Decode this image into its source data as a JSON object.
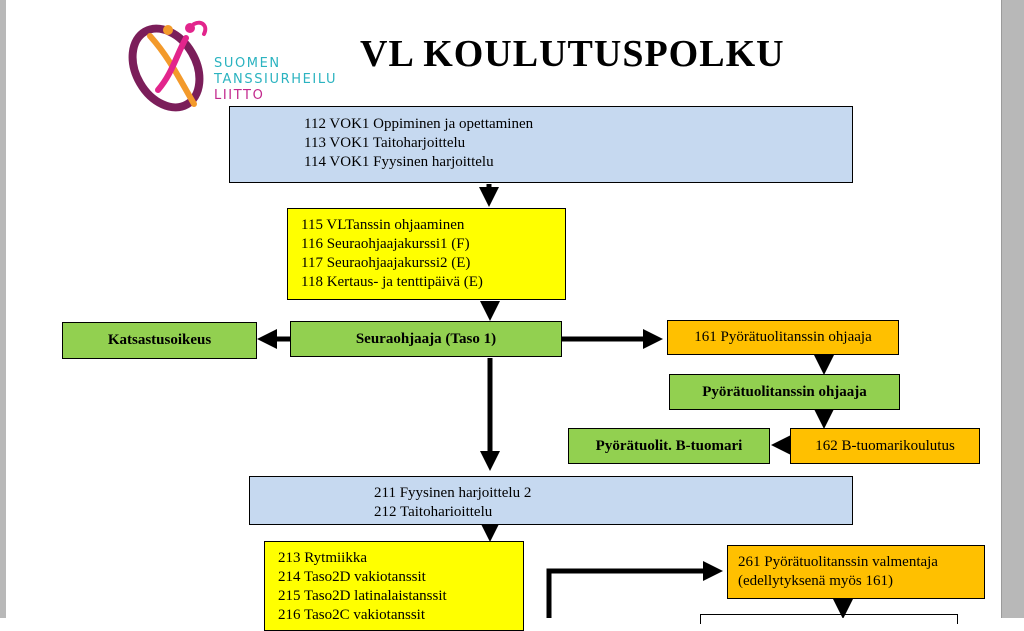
{
  "title": "VL  KOULUTUSPOLKU",
  "logo": {
    "line1": "SUOMEN",
    "line2": "TANSSIURHEILU",
    "line3": "LIITTO",
    "colors": {
      "purple": "#7b1e5a",
      "orange": "#f39a2b",
      "pink": "#e2258c",
      "teal": "#2bb3c0"
    }
  },
  "boxes": {
    "vok1": {
      "lines": [
        "112 VOK1 Oppiminen ja opettaminen",
        "113 VOK1 Taitoharjoittelu",
        "114 VOK1 Fyysinen harjoittelu"
      ]
    },
    "vltanssi": {
      "lines": [
        "115 VLTanssin ohjaaminen",
        "116 Seuraohjaajakurssi1 (F)",
        "117 Seuraohjaajakurssi2 (E)",
        "118 Kertaus- ja tenttipäivä (E)"
      ]
    },
    "katsastus": {
      "label": "Katsastusoikeus"
    },
    "seuraohjaaja": {
      "label": "Seuraohjaaja (Taso 1)"
    },
    "course161": {
      "label": "161 Pyörätuolitanssin ohjaaja"
    },
    "pyoratuoli_ohjaaja": {
      "label": "Pyörätuolitanssin ohjaaja"
    },
    "btuomari": {
      "label": "Pyörätuolit. B-tuomari"
    },
    "course162": {
      "label": "162 B-tuomarikoulutus"
    },
    "vok2": {
      "lines": [
        "211 Fyysinen harjoittelu 2",
        "212 Taitoharioittelu"
      ]
    },
    "taso2": {
      "lines": [
        "213 Rytmiikka",
        "214 Taso2D vakiotanssit",
        "215 Taso2D latinalaistanssit",
        "216 Taso2C vakiotanssit"
      ]
    },
    "course261": {
      "lines": [
        "261 Pyörätuolitanssin valmentaja",
        "(edellytyksenä myös 161)"
      ]
    }
  },
  "colors": {
    "blue": "#c6d9f0",
    "yellow": "#ffff00",
    "green": "#92d050",
    "orange": "#ffc000"
  }
}
